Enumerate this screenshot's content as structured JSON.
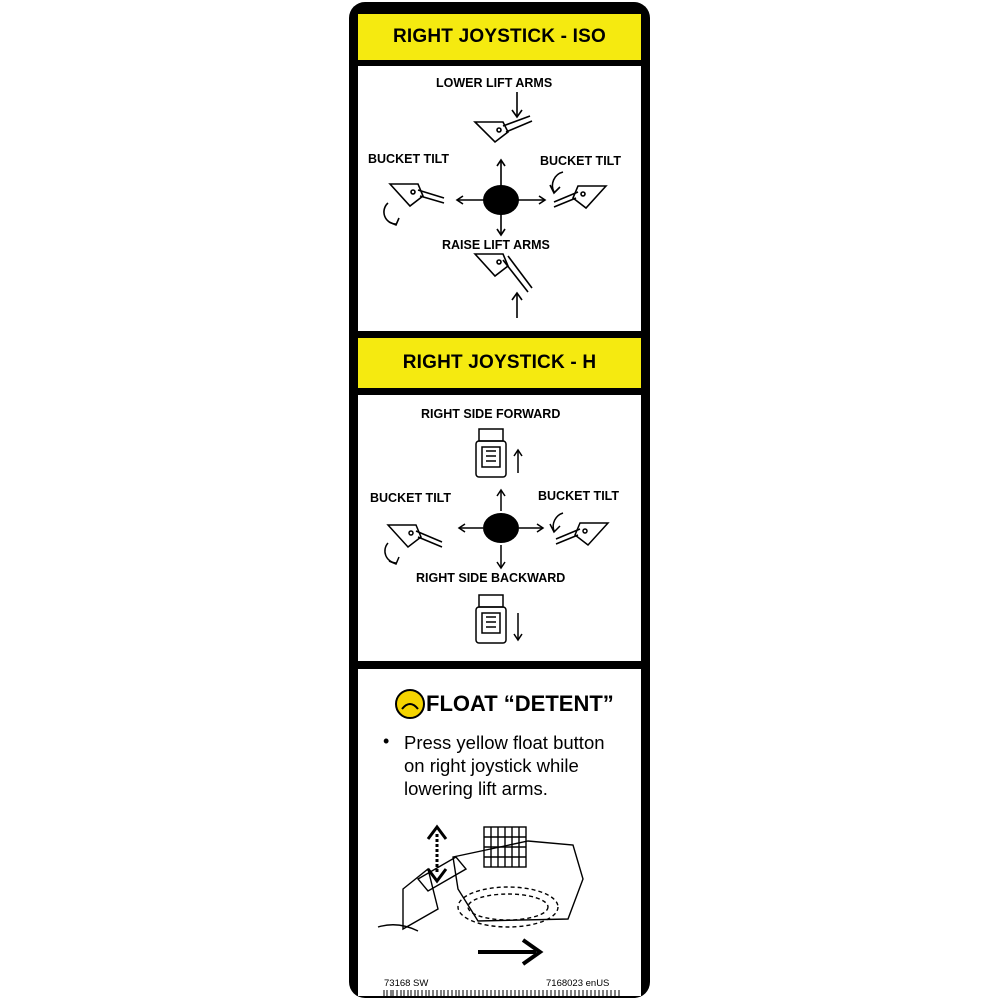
{
  "iso": {
    "title": "RIGHT JOYSTICK -  ISO",
    "lower": "LOWER LIFT ARMS",
    "raise": "RAISE LIFT ARMS",
    "tilt_left": "BUCKET TILT",
    "tilt_right": "BUCKET TILT"
  },
  "h": {
    "title": "RIGHT JOYSTICK -  H",
    "forward": "RIGHT SIDE FORWARD",
    "backward": "RIGHT SIDE BACKWARD",
    "tilt_left": "BUCKET TILT",
    "tilt_right": "BUCKET TILT"
  },
  "float": {
    "title": "FLOAT “DETENT”",
    "bullet": "•",
    "text": "Press yellow float button on right joystick while lowering lift arms."
  },
  "footer": {
    "left": "73168 SW",
    "right": "7168023 enUS"
  },
  "colors": {
    "header_yellow": "#f5ea10",
    "float_icon": "#f5d400"
  }
}
